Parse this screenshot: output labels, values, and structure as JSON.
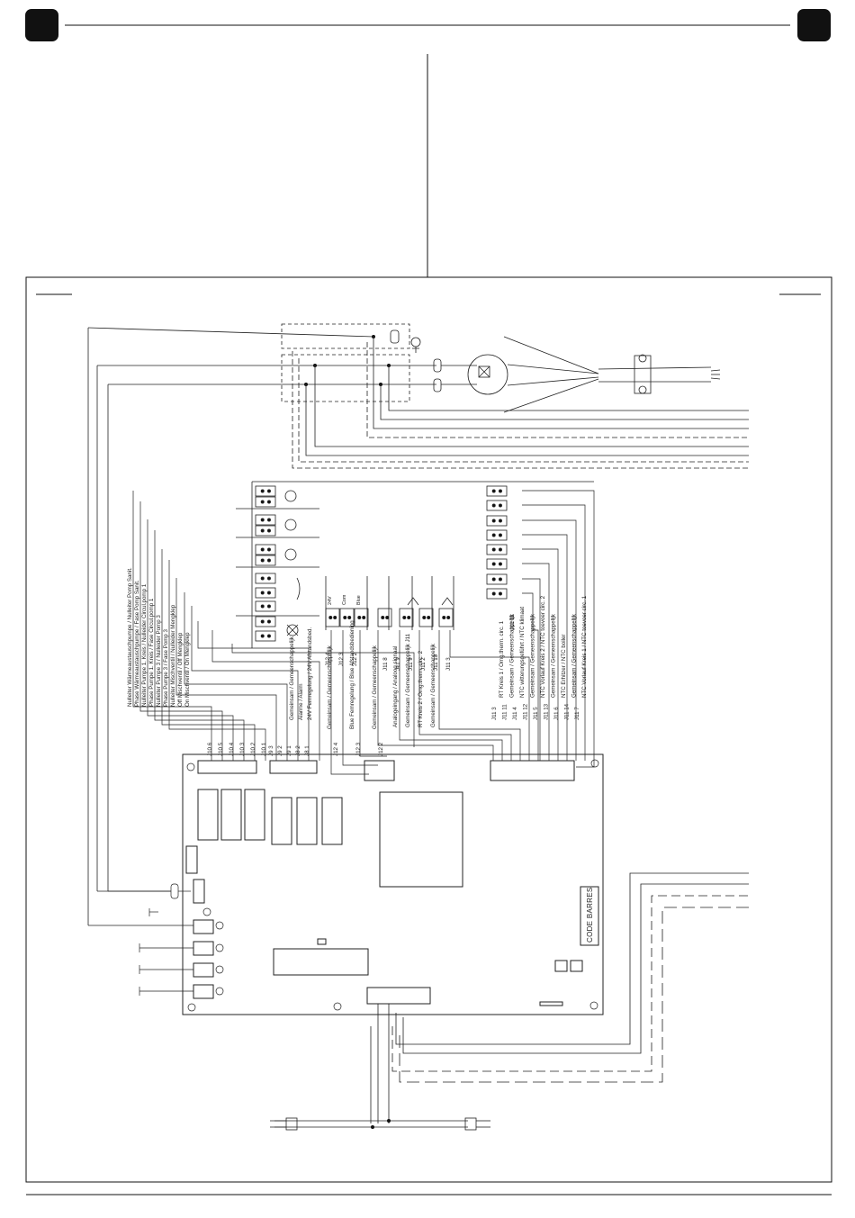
{
  "pump_labels": [
    "Nulleiter Wärmeaustauschpumpe / Nulleiter Pomp Sanit.",
    "Phase Wärmeaustauschpumpe / Fase Pomp Sanit.",
    "Nulleiter Pumpe 1. Kreis / Nulleider Circul.pomp 1",
    "Phase Pumpe 1. Kreis / Fase Circul.pomp 1",
    "Nulleiter Pumpe 3 / Nulleider Pomp 3",
    "Phase Pumpe 3 / Fase Pomp 3",
    "Nulleiter Mischventil / Nulleider Mengklep",
    "Off Mischventil / Off Mengklep",
    "On Mischventil / On Mengklep"
  ],
  "j10_pins": [
    "J10  6",
    "J10  5",
    "J10  4",
    "J10  3",
    "J10  2",
    "J10  1"
  ],
  "j9_labels": [
    {
      "pin": "J9  3",
      "text": ""
    },
    {
      "pin": "J9  2",
      "text": "Gemeinsam / Gemeenschappelijk"
    },
    {
      "pin": "J9  1",
      "text": "Alarme / Alarm"
    },
    {
      "pin": "J8  2",
      "text": "24V Fernregelung / 24V Afstandsbed."
    },
    {
      "pin": "J8  1",
      "text": ""
    }
  ],
  "j12_labels": [
    {
      "pin": "J12  4",
      "text": "Gemeinsam / Gemeenschappelijk"
    },
    {
      "pin": "J12  3",
      "text": "Blue Fernregelung / Blue Afstandsbediening"
    },
    {
      "pin": "J12  2",
      "text": "Gemeinsam / Gemeenschappelijk"
    }
  ],
  "j12_top_pins": [
    "J12  4",
    "J12  3",
    "J12  2"
  ],
  "j11_mid_labels": [
    {
      "pin": "J11  8",
      "text": "Analogeingang / Analoog signaal"
    },
    {
      "pin": "J11  1",
      "text": "Gemeinsam / Gemeenschappelijk J11"
    },
    {
      "pin": "J11  9",
      "text": "RT Kreis 2 / Omg.therm. circ. 2"
    },
    {
      "pin": "J11  2",
      "text": "Gemeinsam / Gemeenschappelijk"
    },
    {
      "pin": "J11  10",
      "text": ""
    },
    {
      "pin": "J11  3",
      "text": ""
    }
  ],
  "j11_right_labels": [
    {
      "pin": "J11  3",
      "text": "RT Kreis 1 / Omg.therm. circ. 1"
    },
    {
      "pin": "J11  11",
      "text": "Gemeinsam / Gemeenschappelijk"
    },
    {
      "pin": "J11  4",
      "text": "NTC witterungsgeführt / NTC klimaat"
    },
    {
      "pin": "J11  12",
      "text": "Gemeinsam / Gemeenschappelijk"
    },
    {
      "pin": "J11  5",
      "text": "NTC Vorlauf Kreis 2 / NTC toevoer circ. 2"
    },
    {
      "pin": "J11  13",
      "text": "Gemeinsam / Gemeenschappelijk"
    },
    {
      "pin": "J11  6",
      "text": "NTC Erhitzer / NTC boiler"
    },
    {
      "pin": "J11  14",
      "text": "Gemeinsam / Gemeenschappelijk"
    },
    {
      "pin": "J11  7",
      "text": "NTC Vorlauf Kreis 1 / NTC toevoer circ. 1"
    }
  ],
  "j11_top": "J11  11",
  "terminal_small": [
    "24V",
    "Com",
    "Blue"
  ],
  "code_barres": "CODE BARRES"
}
